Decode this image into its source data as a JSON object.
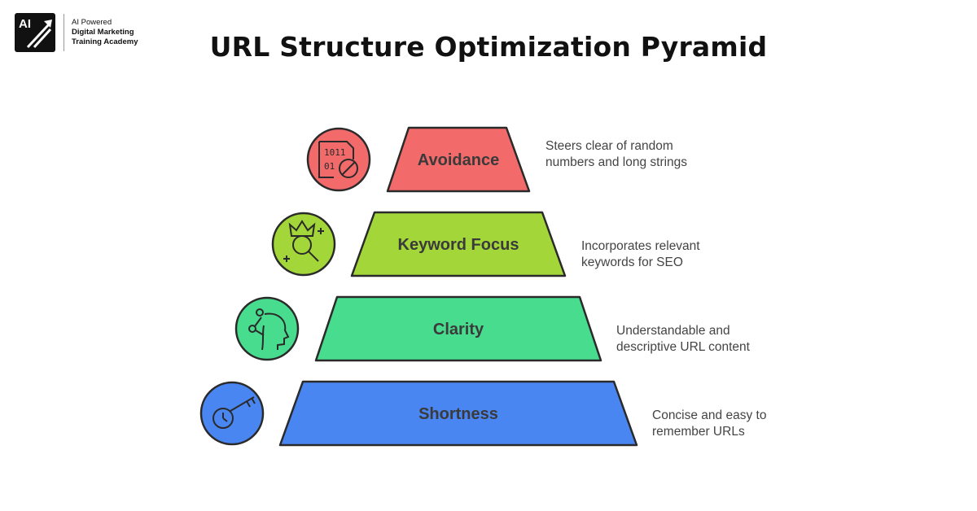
{
  "logo": {
    "mark": "AI",
    "line1": "AI Powered",
    "line2": "Digital Marketing",
    "line3": "Training Academy",
    "icon": "trend-arrow-icon"
  },
  "title": "URL Structure Optimization Pyramid",
  "tiers": [
    {
      "label": "Avoidance",
      "description": "Steers clear of random numbers and long strings",
      "color": "#f26a6a",
      "icon": "binary-blocked-icon"
    },
    {
      "label": "Keyword Focus",
      "description": "Incorporates relevant keywords for SEO",
      "color": "#a3d639",
      "icon": "crown-magnifier-icon"
    },
    {
      "label": "Clarity",
      "description": "Understandable and descriptive URL content",
      "color": "#48dc8e",
      "icon": "head-network-icon"
    },
    {
      "label": "Shortness",
      "description": "Concise and easy to remember URLs",
      "color": "#4a86f2",
      "icon": "key-clock-icon"
    }
  ]
}
